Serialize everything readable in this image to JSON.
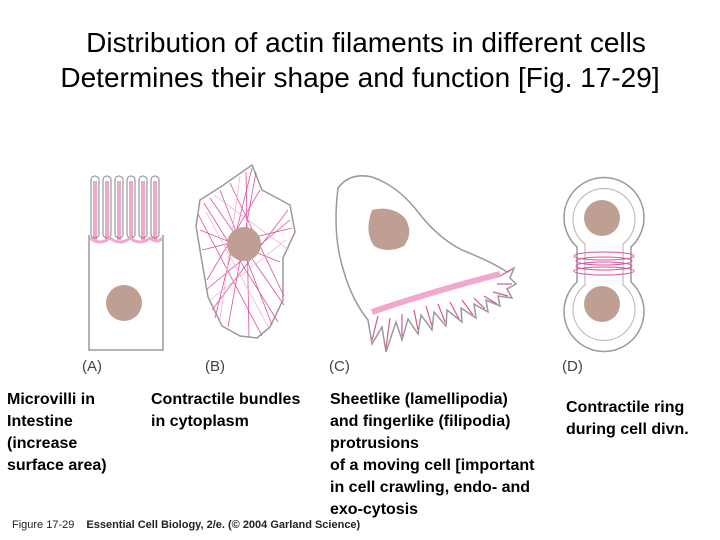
{
  "title": {
    "line1": "Distribution of actin filaments in different cells",
    "line2": "Determines their shape and function [Fig. 17-29]"
  },
  "panels": [
    {
      "letter": "(A)",
      "caption": "Microvilli in\nIntestine\n(increase\nsurface area)"
    },
    {
      "letter": "(B)",
      "caption": "Contractile bundles\nin cytoplasm"
    },
    {
      "letter": "(C)",
      "caption": "Sheetlike (lamellipodia)\nand fingerlike (filipodia)\nprotrusions\nof a moving cell [important\nin cell crawling, endo- and\nexo-cytosis"
    },
    {
      "letter": "(D)",
      "caption": "Contractile ring\nduring cell divn."
    }
  ],
  "credit": {
    "figure": "Figure 17-29",
    "source": "Essential Cell Biology, 2/e. (© 2004 Garland Science)"
  },
  "colors": {
    "actin": "#d9539e",
    "actin_light": "#f0a8cf",
    "nucleus": "#bf9e94",
    "membrane": "#9a9a9a"
  }
}
